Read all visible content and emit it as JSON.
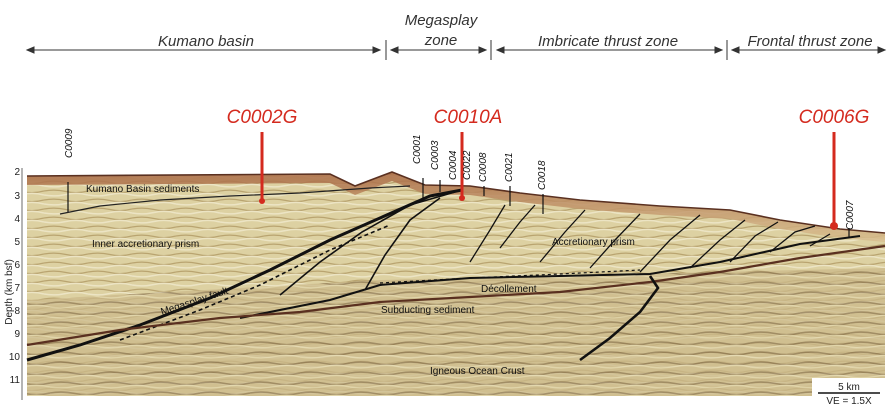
{
  "zones": [
    {
      "label": "Kumano basin"
    },
    {
      "label": "Megasplay",
      "label2": "zone"
    },
    {
      "label": "Imbricate thrust zone"
    },
    {
      "label": "Frontal thrust zone"
    }
  ],
  "major_sites": [
    "C0002G",
    "C0010A",
    "C0006G"
  ],
  "minor_sites": [
    "C0009",
    "C0001",
    "C0003",
    "C0004",
    "C0022",
    "C0008",
    "C0021",
    "C0018",
    "C0007"
  ],
  "features": {
    "kumano_sediments": "Kumano Basin sediments",
    "inner_prism": "Inner accretionary prism",
    "accretionary_prism": "Accretionary prism",
    "megasplay_fault": "Megasplay fault",
    "decollement": "Décollement",
    "subducting_sediment": "Subducting sediment",
    "igneous_crust": "Igneous Ocean Crust"
  },
  "axis": {
    "ylabel": "Depth (km bsf)",
    "ticks": [
      "2",
      "3",
      "4",
      "5",
      "6",
      "7",
      "8",
      "9",
      "10",
      "11"
    ]
  },
  "scale": {
    "label": "5 km",
    "ve": "VE = 1.5X"
  },
  "colors": {
    "site_red": "#d42a1e",
    "seismic_base": "#d9cc98"
  }
}
